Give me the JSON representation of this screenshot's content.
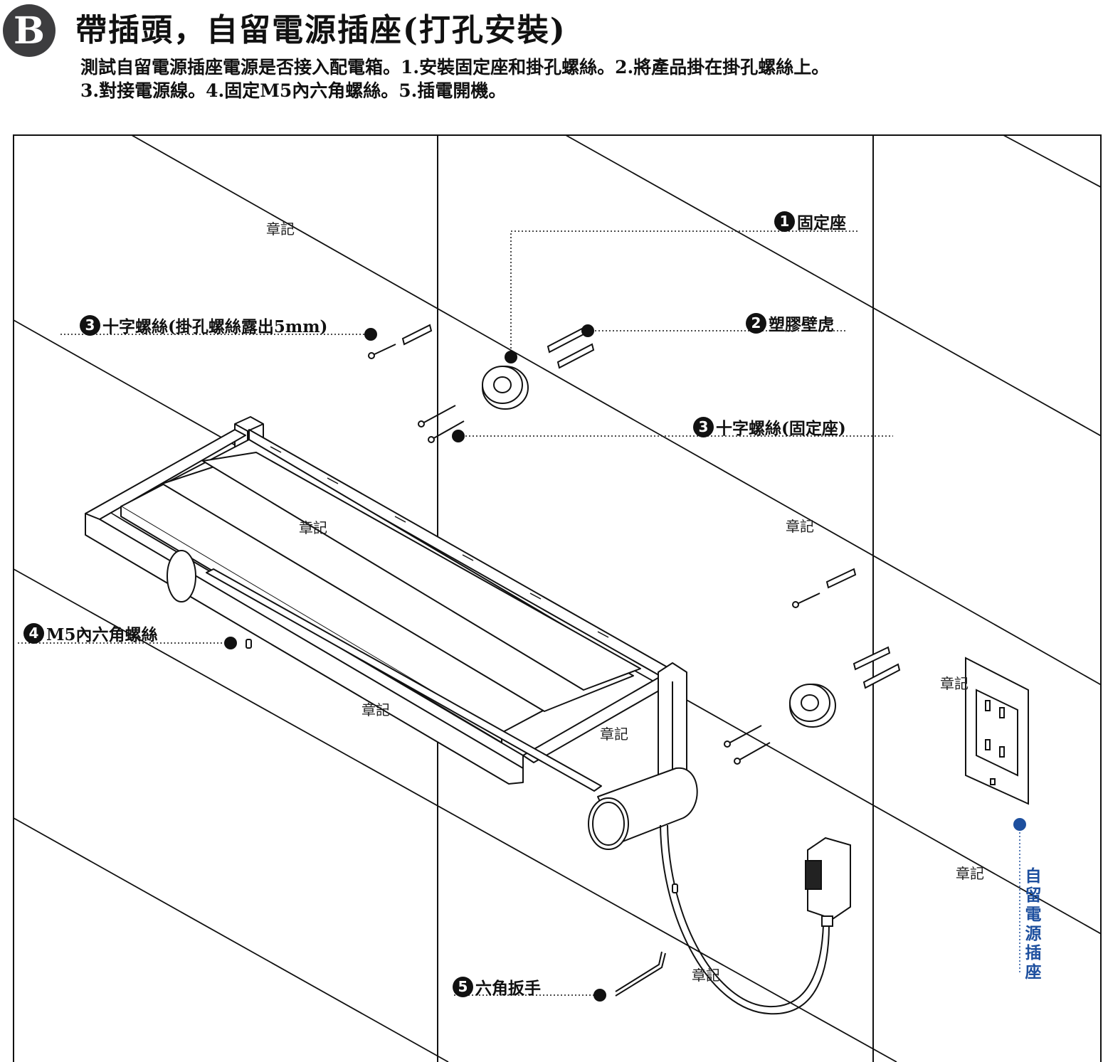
{
  "header": {
    "badge": "B",
    "title": "帶插頭，自留電源插座(打孔安裝)",
    "steps_line1": "測試自留電源插座電源是否接入配電箱。1.安裝固定座和掛孔螺絲。2.將產品掛在掛孔螺絲上。",
    "steps_line2": "3.對接電源線。4.固定M5內六角螺絲。5.插電開機。"
  },
  "callouts": {
    "fixed_base": {
      "num": "1",
      "text": "固定座"
    },
    "plastic_anchor": {
      "num": "2",
      "text": "塑膠壁虎"
    },
    "cross_screw_hang": {
      "num": "3",
      "text": "十字螺絲(掛孔螺絲露出5mm)"
    },
    "cross_screw_base": {
      "num": "3",
      "text": " 十字螺絲(固定座)"
    },
    "hex_screw": {
      "num": "4",
      "text": "M5內六角螺絲"
    },
    "hex_wrench": {
      "num": "5",
      "text": "六角扳手"
    }
  },
  "outlet_label": "自留電源插座",
  "watermark": "章記",
  "colors": {
    "badge": "#3d3d3f",
    "outlet_label": "#1d4f9e",
    "line": "#111111"
  }
}
